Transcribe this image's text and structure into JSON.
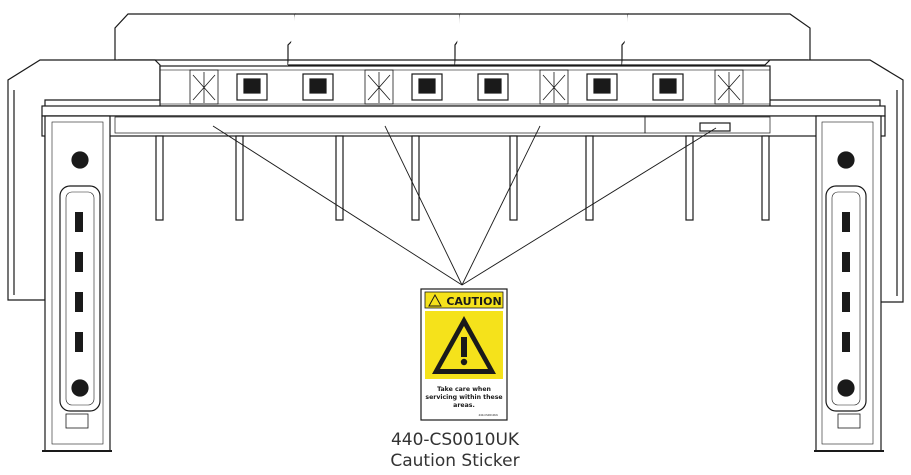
{
  "sticker": {
    "header": "CAUTION",
    "body_lines": [
      "Take care when",
      "servicing within these",
      "areas."
    ],
    "small_code": "440-CS0010UK"
  },
  "caption": {
    "part_number": "440-CS0010UK",
    "description": "Caution Sticker"
  },
  "colors": {
    "line": "#1a1a1a",
    "caution_yellow": "#f5e21b",
    "background": "#ffffff"
  },
  "icons": [
    "warning-triangle-icon",
    "fan-icon",
    "door-handle-icon"
  ]
}
